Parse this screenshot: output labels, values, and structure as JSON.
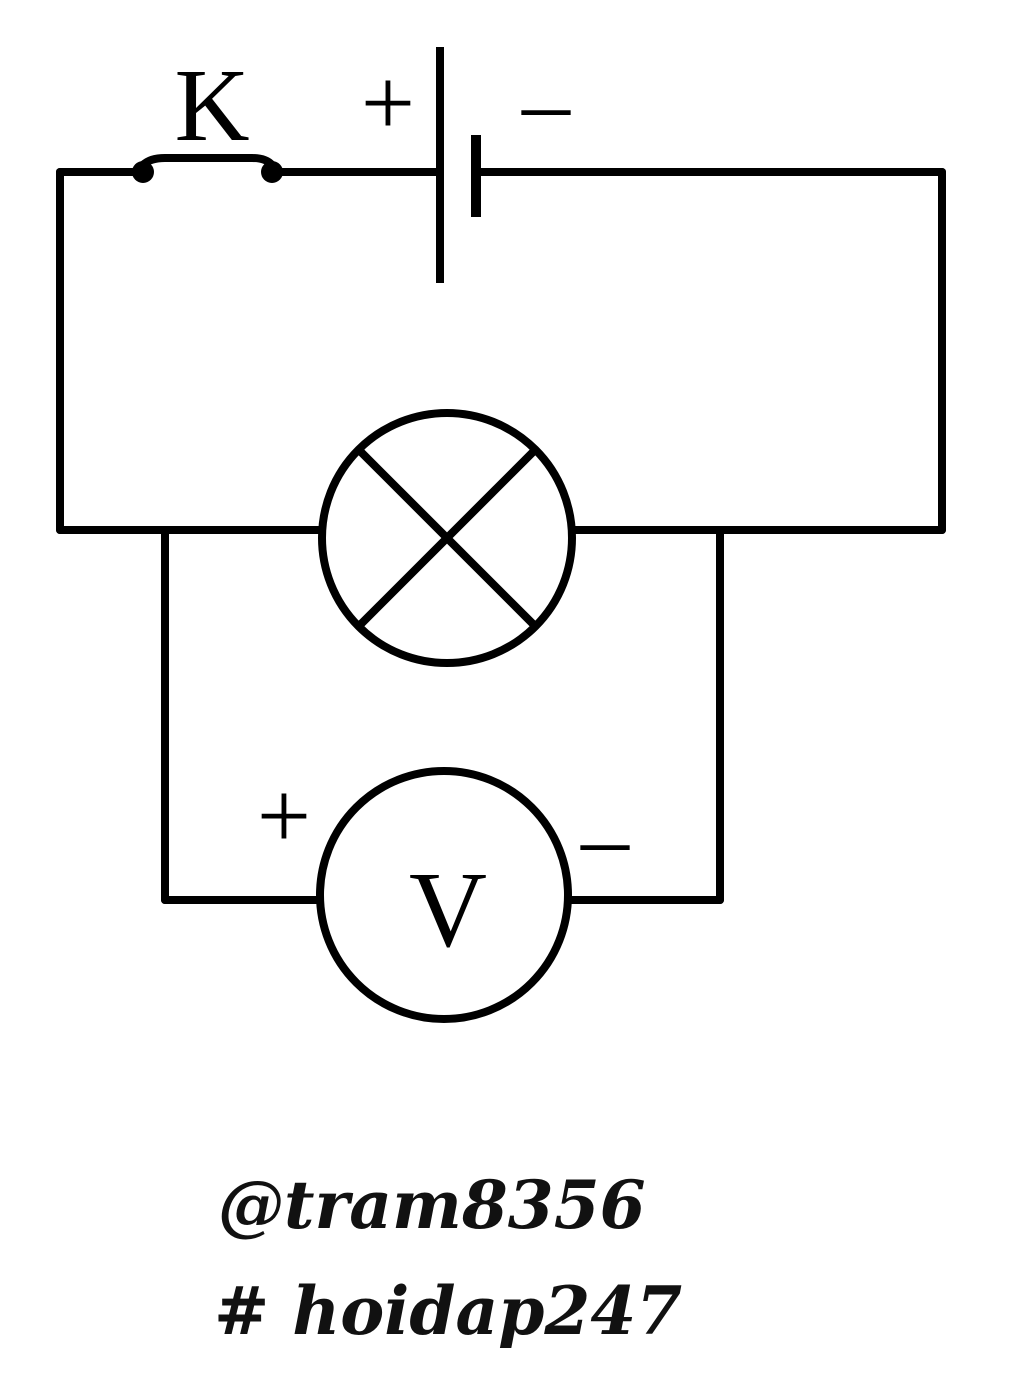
{
  "diagram": {
    "switch_label": "K",
    "battery_plus": "+",
    "battery_minus": "–",
    "voltmeter_label": "V",
    "voltmeter_plus": "+",
    "voltmeter_minus": "–"
  },
  "watermark": {
    "line1": "@tram8356",
    "line2": "# hoidap247"
  },
  "colors": {
    "stroke": "#000000",
    "background": "#ffffff"
  }
}
